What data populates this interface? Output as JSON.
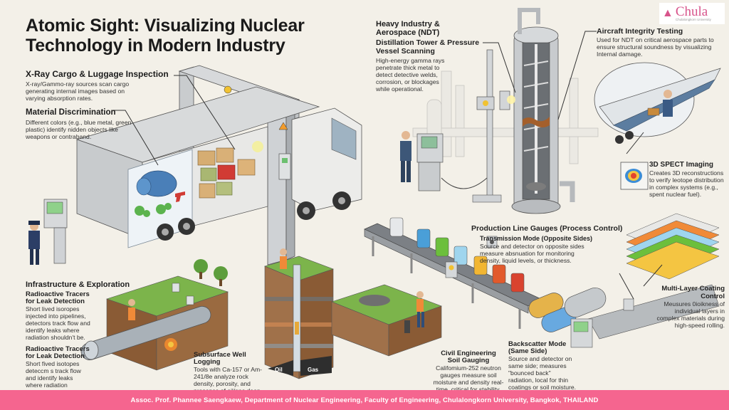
{
  "header": {
    "title": "Atomic Sight: Visualizing Nuclear Technology in Modern Industry",
    "logo": {
      "name": "Chula",
      "subtitle": "Chulalongkorn University",
      "color": "#d8548b"
    }
  },
  "sections": {
    "cargo": {
      "heading": "X-Ray Cargo & Luggage Inspection",
      "text": "X-ray/Gammo-ray sources scan cargo generating internal images based on varying absorption rates."
    },
    "material": {
      "heading": "Material Discrimination",
      "text": "Different colors (e.g., blue metal, green plastic) identify nidden objects like weapons or contraband."
    },
    "heavy_industry": {
      "heading": "Heavy Industry & Aerospace (NDT)",
      "subheading": "Distillation Tower & Pressure Vessel Scanning",
      "text": "High-energy gamma rays penetrate thick metal to detect detective welds, corrosion, or blockages while operational."
    },
    "aircraft": {
      "heading": "Aircraft Integrity Testing",
      "text": "Used for NDT on critical aerospace parts to ensure structural soundness by visualizing Internal damage."
    },
    "spect": {
      "heading": "3D SPECT Imaging",
      "text": "Creates 3D reconstructions to verify leotope distribution in complex systems (e.g., spent nuclear fuel)."
    },
    "production": {
      "heading": "Production Line Gauges (Process Control)",
      "subheading": "Transmission Mode (Opposite Sides)",
      "text": "Source and detector on opposite sides measure absnuation for monitoring density, liquid levels, or thickness."
    },
    "multilayer": {
      "heading": "Multi-Layer Coating Control",
      "text": "Meusures 0ioikness of individual layers in complex materials during high-speed rolling."
    },
    "backscatter": {
      "heading": "Backscatter Mode (Same Side)",
      "text": "Source and detector on same side; measures \"bounced back\" radiation, local for thin coatings or soil moisture."
    },
    "civil": {
      "heading": "Civil Engineering Soil Gauging",
      "text": "Califomium-252 neutron gauges measure soil moisture and density real-time, critical for stability."
    },
    "well_logging": {
      "heading": "Subsurface Well Logging",
      "text": "Tools with Ca-157 or Am-241/8e analyze rock density, porosity, and presence of oil/gas deep underground.",
      "labels": [
        "Oil",
        "Gas"
      ]
    },
    "infrastructure": {
      "heading": "Infrastructure & Exploration",
      "subheading": "Radioactive Tracers for Leak Detection",
      "text": "Short lived isoropes injected into pipelines, detectors track flow and identify leaks where radiation shouldn't be."
    },
    "tracers2": {
      "heading": "Radioactive Tracers for Leak Detection",
      "text": "Short fived isotopes deteccm s track flow and identify leaks where radiation shouldn't be."
    }
  },
  "footer": {
    "credit": "Assoc. Prof. Phannee Saengkaew, Department of Nuclear Engineering, Faculty of Engineering, Chulalongkorn University, Bangkok, THAILAND",
    "color": "#f5658f"
  },
  "icons": [
    "radiation-icon",
    "warning-icon",
    "university-logo-icon"
  ]
}
